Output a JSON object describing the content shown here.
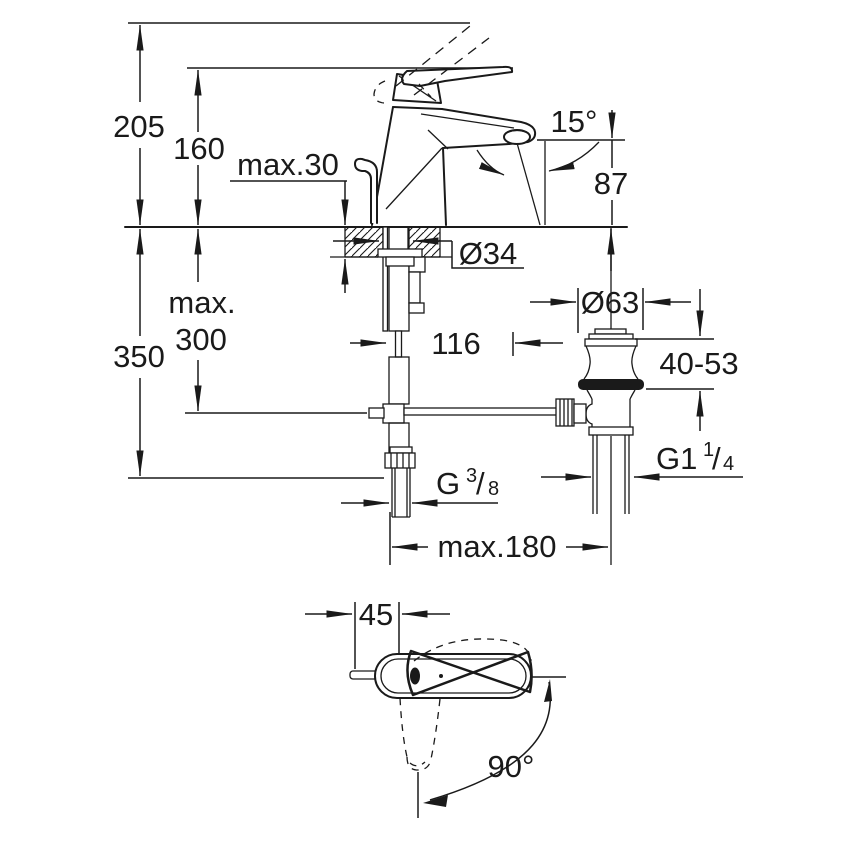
{
  "colors": {
    "line": "#1a1a1a",
    "background": "#ffffff",
    "oring": "#111111"
  },
  "labels": {
    "overall_height": "205",
    "body_height": "160",
    "max_counter_thickness": "max.30",
    "spout_angle": "15°",
    "outlet_height": "87",
    "mounting_hole_diameter": "Ø34",
    "hose_clearance": "116",
    "max_below_deck_line1": "max.",
    "max_below_deck_line2": "300",
    "supply_length": "350",
    "waste_flange_diameter": "Ø63",
    "waste_deck_range": "40-53",
    "waste_thread_base": "G1",
    "waste_thread_sup": "1",
    "waste_thread_slash": "/",
    "waste_thread_sub": "4",
    "supply_thread_base": "G",
    "supply_thread_sup": "3",
    "supply_thread_slash": "/",
    "supply_thread_sub": "8",
    "max_waste_distance": "max.180",
    "handle_width": "45",
    "swivel_angle": "90°"
  }
}
